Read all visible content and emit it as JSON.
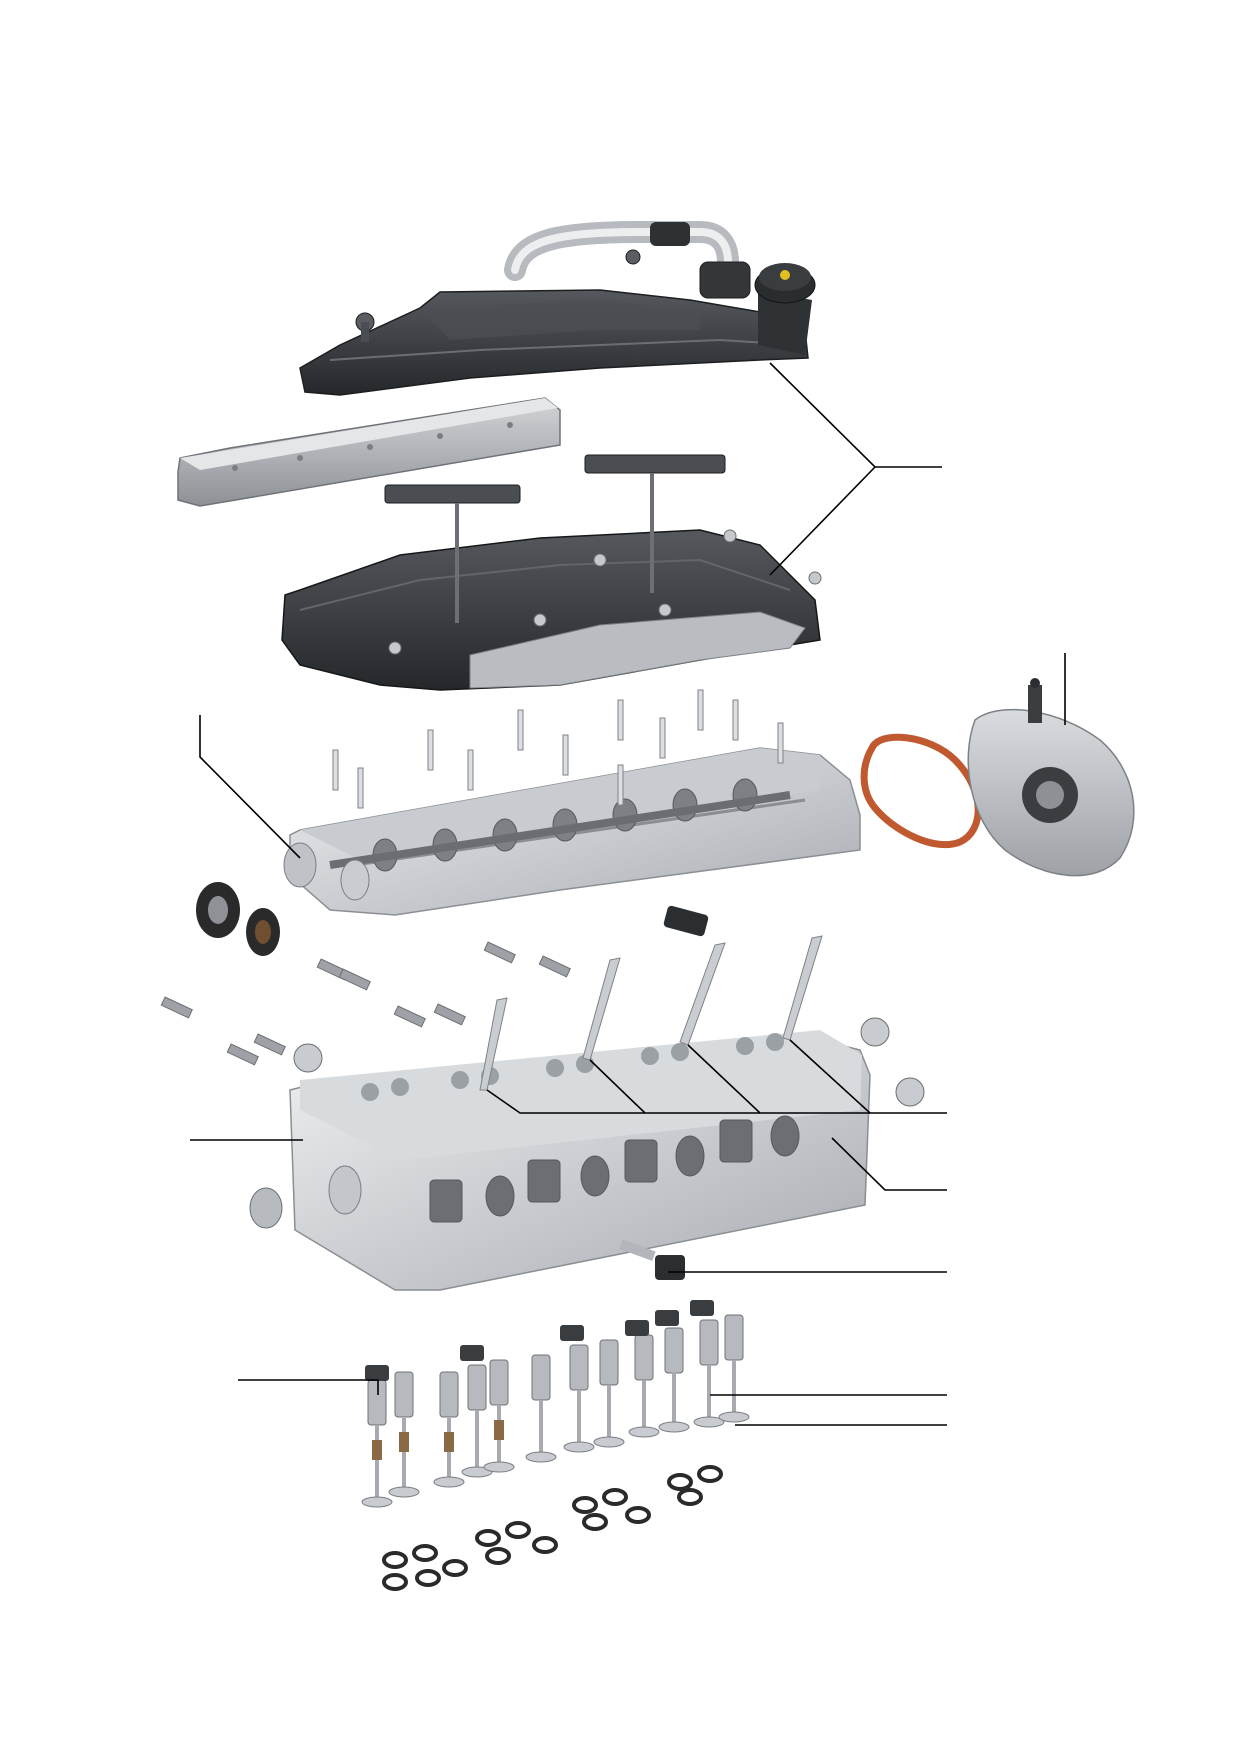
{
  "diagram": {
    "colors": {
      "background": "#ffffff",
      "dark_plastic": "#3a3d40",
      "dark_plastic_shade": "#24272a",
      "aluminium": "#d6d9dc",
      "aluminium_shade": "#a9adb1",
      "steel": "#b9bdc1",
      "gasket": "#c0592f",
      "seal": "#2a2a2a",
      "bronze": "#8a6a44",
      "leader_line": "#000000"
    },
    "components": [
      "cylinder-head-cover-upper",
      "oil-filler-cap",
      "breather-hose",
      "heat-shield",
      "cylinder-head-cover-lower",
      "camshaft-housing",
      "camshaft-seals",
      "vacuum-pump",
      "vacuum-pump-gasket",
      "cylinder-head",
      "glow-plugs",
      "sensor-lower",
      "sensor-upper",
      "valve-train",
      "valve-stem-seals"
    ],
    "callouts": [
      {
        "id": "cover-callout"
      },
      {
        "id": "vacuum-pump-callout"
      },
      {
        "id": "camshaft-housing-callout"
      },
      {
        "id": "glow-plug-callout"
      },
      {
        "id": "cylinder-head-callout"
      },
      {
        "id": "side-port-callout"
      },
      {
        "id": "sensor-callout"
      },
      {
        "id": "roller-rocker-callout"
      },
      {
        "id": "valve-spring-callout"
      },
      {
        "id": "valve-callout"
      }
    ]
  }
}
